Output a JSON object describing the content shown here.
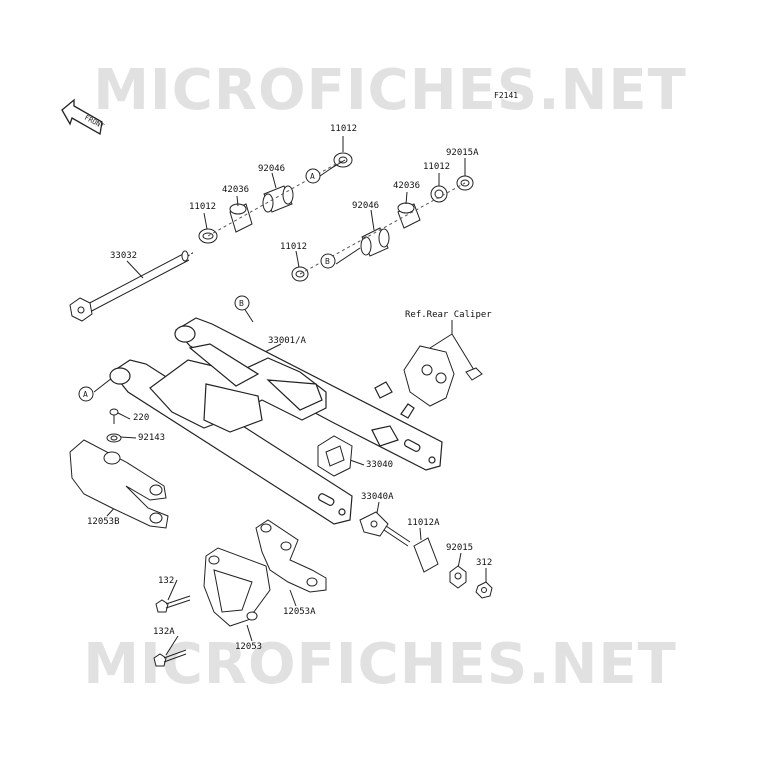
{
  "watermark": {
    "top": "MICROFICHES.NET",
    "bottom": "MICROFICHES.NET"
  },
  "figure_code": "F2141",
  "front_label": "FRONT",
  "callouts": {
    "a": "A",
    "b": "B"
  },
  "parts": {
    "p11012_top": "11012",
    "p92046_left": "92046",
    "p42036_left": "42036",
    "p11012_left": "11012",
    "p33032": "33032",
    "p11012_right": "11012",
    "p92015a": "92015A",
    "p42036_right": "42036",
    "p92046_right": "92046",
    "p11012_lower": "11012",
    "p33001a": "33001/A",
    "ref_rear_caliper": "Ref.Rear Caliper",
    "p220": "220",
    "p92143": "92143",
    "p33040": "33040",
    "p12053b": "12053B",
    "p33040a": "33040A",
    "p11012a": "11012A",
    "p92015": "92015",
    "p312": "312",
    "p132": "132",
    "p12053a": "12053A",
    "p132a": "132A",
    "p12053": "12053"
  }
}
